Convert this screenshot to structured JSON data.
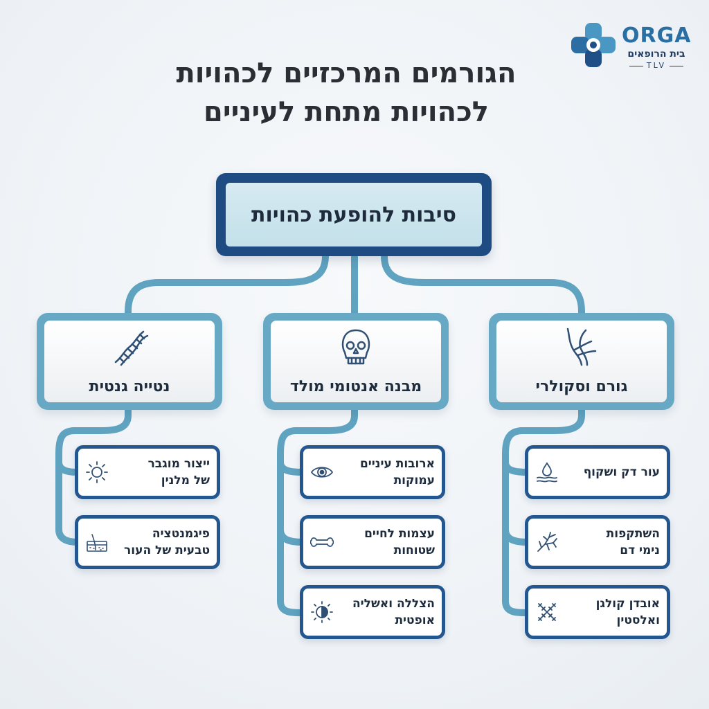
{
  "logo": {
    "name": "ORGA",
    "subtitle": "בית הרופאים",
    "city": "TLV",
    "colors": {
      "primary": "#2a6fa3",
      "dark": "#1f3e66"
    }
  },
  "title": {
    "line1": "הגורמים המרכזיים לכהויות",
    "line2": "לכהויות מתחת לעיניים"
  },
  "root": {
    "label": "סיבות להופעת כהויות"
  },
  "categories": [
    {
      "label": "גורם וסקולרי",
      "icon": "blood-vessel-icon",
      "items": [
        {
          "line1": "עור דק ושקוף",
          "line2": "",
          "icon": "skin-drop-icon"
        },
        {
          "line1": "השתקפות",
          "line2": "נימי דם",
          "icon": "capillaries-icon"
        },
        {
          "line1": "אובדן קולגן",
          "line2": "ואלסטין",
          "icon": "collagen-strand-icon"
        }
      ]
    },
    {
      "label": "מבנה אנטומי מולד",
      "icon": "skull-icon",
      "items": [
        {
          "line1": "ארובות עיניים",
          "line2": "עמוקות",
          "icon": "eye-icon"
        },
        {
          "line1": "עצמות לחיים",
          "line2": "שטוחות",
          "icon": "bone-icon"
        },
        {
          "line1": "הצללה ואשליה",
          "line2": "אופטית",
          "icon": "half-contrast-icon"
        }
      ]
    },
    {
      "label": "נטייה גנטית",
      "icon": "dna-icon",
      "items": [
        {
          "line1": "ייצור מוגבר",
          "line2": "של מלנין",
          "icon": "sun-icon"
        },
        {
          "line1": "פיגמנטציה",
          "line2": "טבעית של העור",
          "icon": "skin-hair-icon"
        }
      ]
    }
  ],
  "colors": {
    "connector": "#5fa3c0",
    "root_border": "#1d4b82",
    "category_border": "#67a9c5",
    "item_border": "#24578f",
    "icon_stroke": "#2f4f73"
  }
}
